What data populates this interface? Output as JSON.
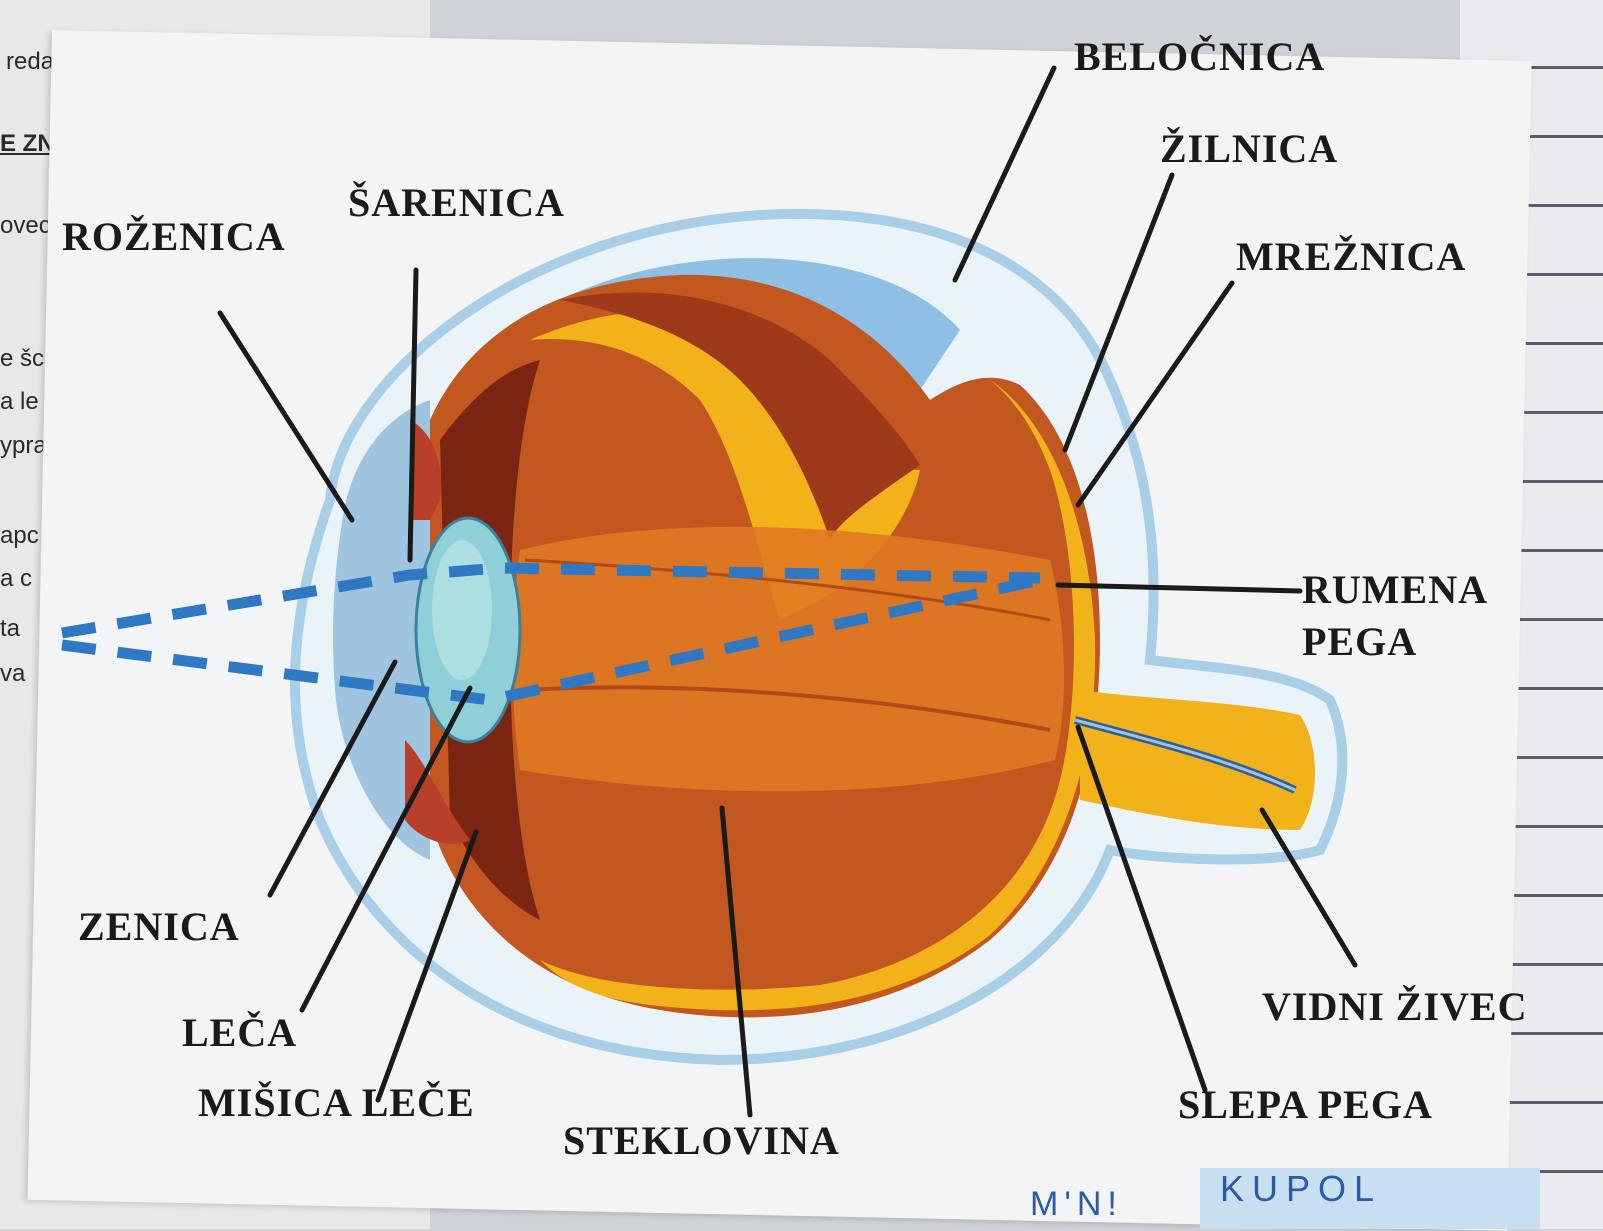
{
  "background_page": {
    "fragments": [
      "reda.",
      "E ZN",
      "ovec",
      "e šc",
      "a le",
      "ypra",
      "apc",
      "a c",
      "ta",
      "va"
    ]
  },
  "labels": {
    "belocnica": "BELOČNICA",
    "zilnica": "ŽILNICA",
    "mreznica": "MREŽNICA",
    "sarenica": "ŠARENICA",
    "rozenica": "ROŽENICA",
    "rumena_pega": "RUMENA\nPEGA",
    "zenica": "ZENICA",
    "leca": "LEČA",
    "misica_lece": "MIŠICA LEČE",
    "steklovina": "STEKLOVINA",
    "slepa_pega": "SLEPA PEGA",
    "vidni_zivec": "VIDNI ŽIVEC"
  },
  "handwriting": {
    "bottom_left": "M'N!",
    "bottom_right": "KUPOL"
  },
  "colors": {
    "sclera_halo": "#a9cfe8",
    "eyeball": "#c2571f",
    "choroid_yellow": "#f2b21a",
    "lens": "#8fd0d8",
    "light_ray": "#2f78c4"
  }
}
